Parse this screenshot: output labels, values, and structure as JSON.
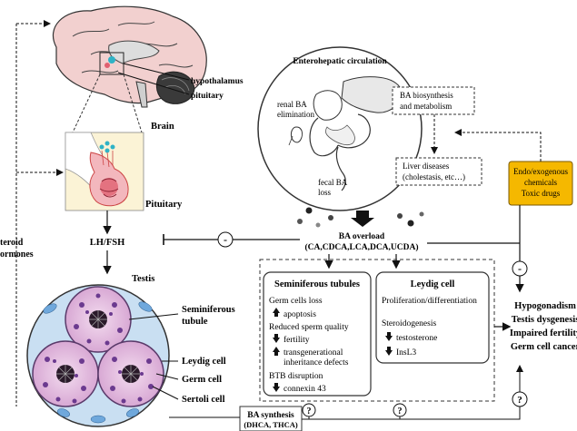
{
  "labels": {
    "hypothalamus": "hypothalamus",
    "pituitary_small": "pituitary",
    "brain": "Brain",
    "pituitary": "Pituitary",
    "lhfsh": "LH/FSH",
    "steroid_l1": "teroid",
    "steroid_l2": "ormones",
    "testis": "Testis",
    "seminiferous_l1": "Seminiferous",
    "seminiferous_l2": "tubule",
    "leydig": "Leydig cell",
    "germ": "Germ cell",
    "sertoli": "Sertoli cell",
    "enterohepatic": "Enterohepatic circulation",
    "renal_l1": "renal BA",
    "renal_l2": "elimination",
    "fecal_l1": "fecal BA",
    "fecal_l2": "loss",
    "ba_bio_l1": "BA biosynthesis",
    "ba_bio_l2": "and metabolism",
    "liver_l1": "Liver diseases",
    "liver_l2": "(cholestasis, etc…)",
    "endo_l1": "Endo/exogenous",
    "endo_l2": "chemicals",
    "endo_l3": "Toxic drugs",
    "overload_l1": "BA overload",
    "overload_l2": "(CA,CDCA,LCA,DCA,UCDA)",
    "minus": "-",
    "question": "?",
    "sem_title": "Seminiferous tubules",
    "germ_loss": "Germ cells loss",
    "apoptosis": "apoptosis",
    "reduced": "Reduced sperm quality",
    "fertility": "fertility",
    "transgen_l1": "transgenerational",
    "transgen_l2": "inheritance defects",
    "btb": "BTB disruption",
    "connexin": "connexin 43",
    "leydig_title": "Leydig cell",
    "prolif": "Proliferation/differentiation",
    "steroidogenesis": "Steroidogenesis",
    "testosterone": "testosterone",
    "insl3": "InsL3",
    "outcome_1": "Hypogonadism",
    "outcome_2": "Testis dysgenesis",
    "outcome_3": "Impaired fertility",
    "outcome_4": "Germ cell cancer",
    "basyn_l1": "BA synthesis",
    "basyn_l2": "(DHCA, THCA)"
  },
  "colors": {
    "chemicals_box": "#f5b800",
    "tubule_fill": "#e9c8e6",
    "germ_dots": "#6b3a8f",
    "sertoli_blue": "#6fa8dc",
    "brain_pink": "#f2d0cf",
    "cerebellum": "#3a3a3a",
    "pituitary_bg": "#fbf3d6",
    "pituitary_red": "#e06070"
  }
}
